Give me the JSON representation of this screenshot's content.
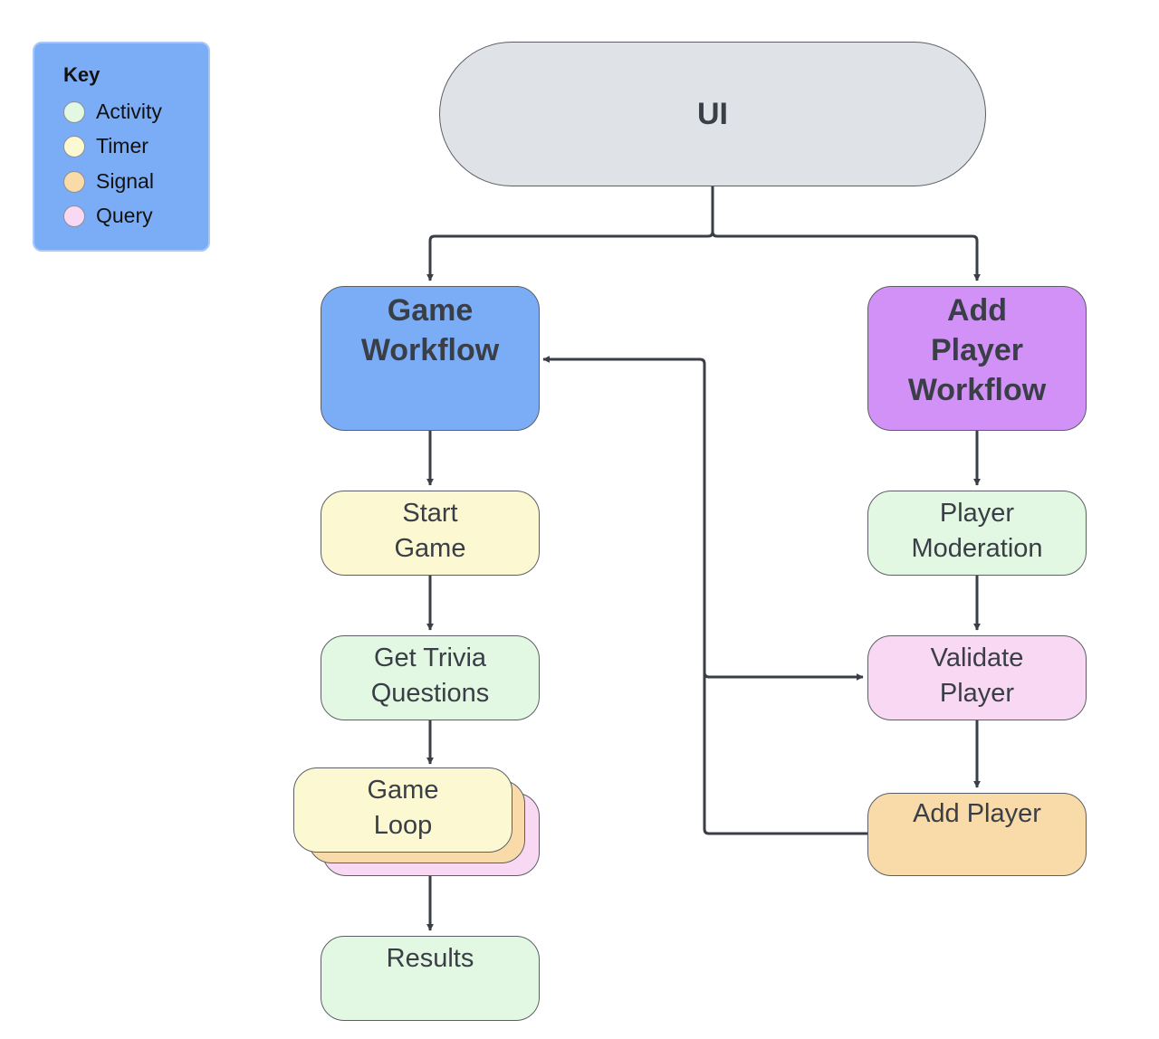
{
  "legend": {
    "title": "Key",
    "items": [
      {
        "label": "Activity",
        "color": "#e3f8e3"
      },
      {
        "label": "Timer",
        "color": "#fcf9d2"
      },
      {
        "label": "Signal",
        "color": "#f8dba8"
      },
      {
        "label": "Query",
        "color": "#f8d8f2"
      }
    ]
  },
  "nodes": {
    "ui": {
      "lines": [
        "UI"
      ],
      "color": "#dfe2e7"
    },
    "game_workflow": {
      "lines": [
        "Game",
        "Workflow"
      ],
      "color": "#7badf7"
    },
    "add_player_workflow": {
      "lines": [
        "Add",
        "Player",
        "Workflow"
      ],
      "color": "#d291f7"
    },
    "start_game": {
      "lines": [
        "Start",
        "Game"
      ],
      "color": "#fcf9d2"
    },
    "get_trivia": {
      "lines": [
        "Get Trivia",
        "Questions"
      ],
      "color": "#e3f8e3"
    },
    "game_loop": {
      "lines": [
        "Game",
        "Loop"
      ],
      "colors": [
        "#fcf9d2",
        "#f8dba8",
        "#f8d8f2"
      ]
    },
    "results": {
      "lines": [
        "Results"
      ],
      "color": "#e3f8e3"
    },
    "player_moderation": {
      "lines": [
        "Player",
        "Moderation"
      ],
      "color": "#e3f8e3"
    },
    "validate_player": {
      "lines": [
        "Validate",
        "Player"
      ],
      "color": "#f8d8f2"
    },
    "add_player": {
      "lines": [
        "Add Player"
      ],
      "color": "#f8dba8"
    }
  },
  "colors": {
    "wire": "#3a3e46",
    "border": "#5c5f66"
  }
}
